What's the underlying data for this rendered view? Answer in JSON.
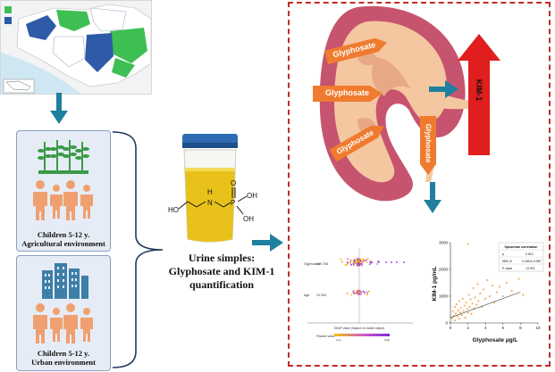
{
  "map": {
    "legend_colors": [
      "#3dbf53",
      "#2e5aa8"
    ],
    "land_color": "#ffffff",
    "state_agri_color": "#3dbf53",
    "state_urban_color": "#2e5aa8",
    "sea_color": "#cfe7f3"
  },
  "groups": {
    "agricultural": {
      "line1": "Children 5-12 y.",
      "line2": "Agricultural environment"
    },
    "urban": {
      "line1": "Children 5-12 y.",
      "line2": "Urban environment"
    }
  },
  "sample": {
    "line1": "Urine simples:",
    "line2": "Glyphosate and KIM-1",
    "line3": "quantification"
  },
  "molecule": {
    "oh1": "HO",
    "n": "N",
    "h": "H",
    "p": "P",
    "o": "O",
    "oh2": "OH",
    "oh3": "OH"
  },
  "kidney": {
    "arrow_labels": [
      "Glyphosate",
      "Glyphosate",
      "Glyphosate",
      "Glyphosate"
    ],
    "marker": "KIM-1"
  },
  "colors": {
    "dash": "#c42a2a",
    "teal_arrow": "#1f7f9e",
    "orange_arrow": "#ef7b2f",
    "person": "#f0a070",
    "plant": "#3a9a46",
    "building": "#3d7fa8",
    "kidney": "#c7546e",
    "kidney_inner": "#f4c7a1",
    "red_arrow": "#e01e1e"
  },
  "chart_data": [
    {
      "type": "scatter",
      "title": "",
      "xlabel": "SHAP value (impact on model output)",
      "ylabel": "",
      "rows": [
        {
          "label": "Glyphosate",
          "value_label": "149.768"
        },
        {
          "label": "Age",
          "value_label": "10.304"
        }
      ],
      "colorbar": {
        "label": "Feature value",
        "low": "Low",
        "high": "High"
      }
    },
    {
      "type": "scatter",
      "title": "",
      "xlabel": "Glyphosate µg/L",
      "ylabel": "KIM-1 pg/mL",
      "xlim": [
        0,
        10
      ],
      "ylim": [
        0,
        3000
      ],
      "x_ticks": [
        "0",
        "2",
        "4",
        "6",
        "8",
        "10"
      ],
      "y_ticks": [
        "0",
        "1000",
        "2000",
        "3000"
      ],
      "trend": {
        "x": [
          0,
          8
        ],
        "y": [
          200,
          1150
        ]
      },
      "points": [
        {
          "x": 0.2,
          "y": 180
        },
        {
          "x": 0.3,
          "y": 420
        },
        {
          "x": 0.4,
          "y": 260
        },
        {
          "x": 0.5,
          "y": 600
        },
        {
          "x": 0.5,
          "y": 90
        },
        {
          "x": 0.6,
          "y": 350
        },
        {
          "x": 0.7,
          "y": 700
        },
        {
          "x": 0.8,
          "y": 240
        },
        {
          "x": 0.9,
          "y": 480
        },
        {
          "x": 1.0,
          "y": 150
        },
        {
          "x": 1.0,
          "y": 820
        },
        {
          "x": 1.1,
          "y": 390
        },
        {
          "x": 1.2,
          "y": 560
        },
        {
          "x": 1.3,
          "y": 300
        },
        {
          "x": 1.4,
          "y": 900
        },
        {
          "x": 1.5,
          "y": 450
        },
        {
          "x": 1.6,
          "y": 650
        },
        {
          "x": 1.7,
          "y": 200
        },
        {
          "x": 1.8,
          "y": 760
        },
        {
          "x": 1.9,
          "y": 520
        },
        {
          "x": 2.0,
          "y": 2950
        },
        {
          "x": 2.0,
          "y": 380
        },
        {
          "x": 2.1,
          "y": 1050
        },
        {
          "x": 2.2,
          "y": 600
        },
        {
          "x": 2.3,
          "y": 880
        },
        {
          "x": 2.4,
          "y": 330
        },
        {
          "x": 2.5,
          "y": 720
        },
        {
          "x": 2.6,
          "y": 1300
        },
        {
          "x": 2.7,
          "y": 540
        },
        {
          "x": 2.8,
          "y": 950
        },
        {
          "x": 3.0,
          "y": 680
        },
        {
          "x": 3.1,
          "y": 1450
        },
        {
          "x": 3.2,
          "y": 820
        },
        {
          "x": 3.4,
          "y": 1100
        },
        {
          "x": 3.6,
          "y": 600
        },
        {
          "x": 3.8,
          "y": 1250
        },
        {
          "x": 4.0,
          "y": 900
        },
        {
          "x": 4.2,
          "y": 1600
        },
        {
          "x": 4.5,
          "y": 1000
        },
        {
          "x": 4.8,
          "y": 1400
        },
        {
          "x": 5.0,
          "y": 760
        },
        {
          "x": 5.3,
          "y": 1150
        },
        {
          "x": 5.6,
          "y": 1350
        },
        {
          "x": 6.0,
          "y": 1000
        },
        {
          "x": 6.4,
          "y": 1500
        },
        {
          "x": 7.0,
          "y": 1200
        },
        {
          "x": 7.8,
          "y": 1650
        },
        {
          "x": 8.3,
          "y": 1050
        }
      ],
      "table": {
        "title": "Spearman correlation",
        "rows": [
          [
            "ρ",
            "0.513"
          ],
          [
            "95% CI",
            "0.436 to 0.557"
          ],
          [
            "P value",
            "<0.001"
          ]
        ]
      }
    }
  ]
}
